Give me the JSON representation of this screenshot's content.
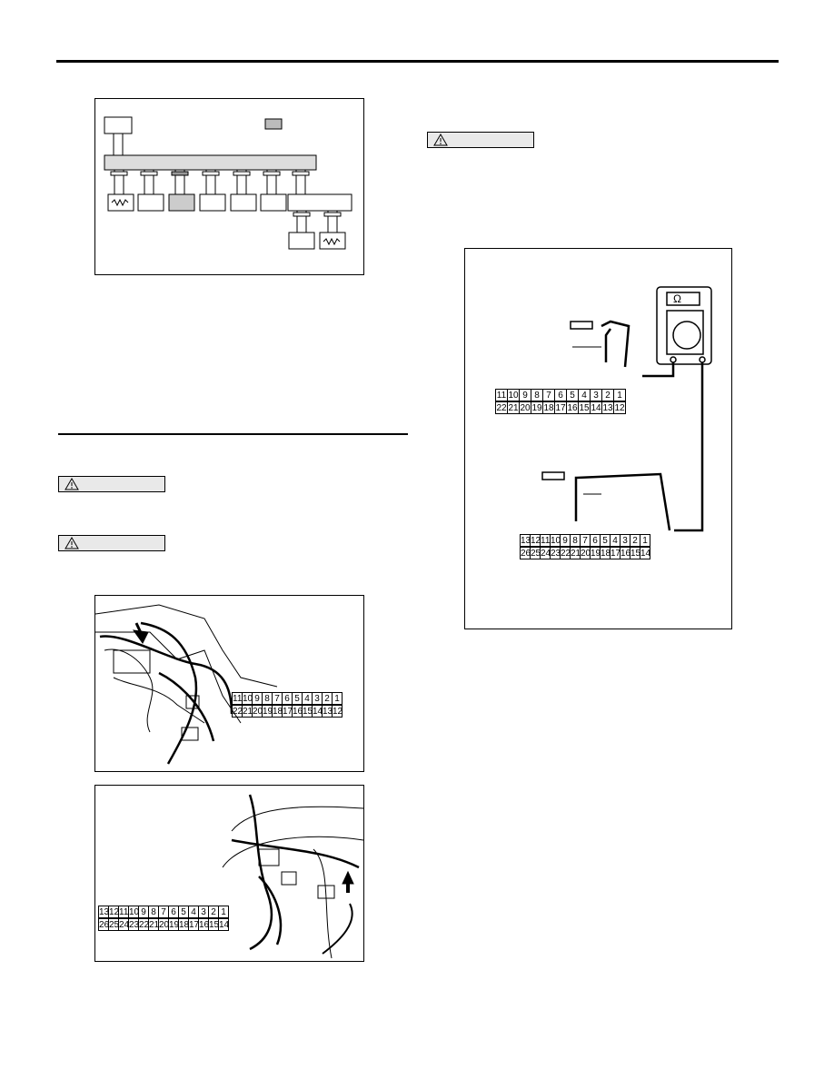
{
  "cautions": [
    {
      "id": "caution-right-top",
      "label": ""
    },
    {
      "id": "caution-left-1",
      "label": ""
    },
    {
      "id": "caution-left-2",
      "label": ""
    }
  ],
  "connector_22pin": {
    "top": [
      "11",
      "10",
      "9",
      "8",
      "7",
      "6",
      "5",
      "4",
      "3",
      "2",
      "1"
    ],
    "bottom": [
      "22",
      "21",
      "20",
      "19",
      "18",
      "17",
      "16",
      "15",
      "14",
      "13",
      "12"
    ]
  },
  "connector_26pin": {
    "top": [
      "13",
      "12",
      "11",
      "10",
      "9",
      "8",
      "7",
      "6",
      "5",
      "4",
      "3",
      "2",
      "1"
    ],
    "bottom": [
      "26",
      "25",
      "24",
      "23",
      "22",
      "21",
      "20",
      "19",
      "18",
      "17",
      "16",
      "15",
      "14"
    ]
  },
  "ohmmeter": {
    "symbol": "Ω"
  }
}
